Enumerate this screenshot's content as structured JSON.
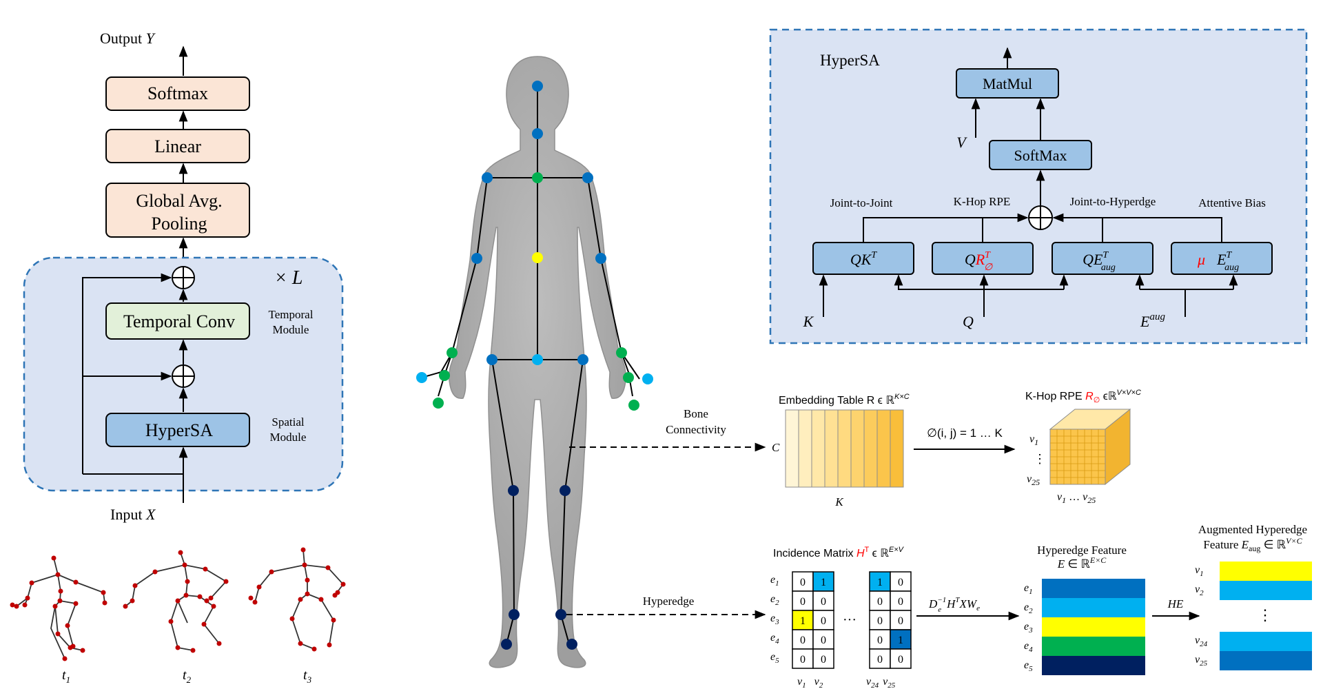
{
  "left_panel": {
    "output_label": "Output Y",
    "softmax": "Softmax",
    "linear": "Linear",
    "gap_line1": "Global Avg.",
    "gap_line2": "Pooling",
    "times_l": "× L",
    "temporal_conv": "Temporal Conv",
    "temporal_module_1": "Temporal",
    "temporal_module_2": "Module",
    "hypersa": "HyperSA",
    "spatial_module_1": "Spatial",
    "spatial_module_2": "Module",
    "input_label": "Input X",
    "t1": "t1",
    "t2": "t2",
    "t3": "t3"
  },
  "hypersa_panel": {
    "title": "HyperSA",
    "matmul": "MatMul",
    "softmax": "SoftMax",
    "v": "V",
    "joint_to_joint": "Joint-to-Joint",
    "khop_rpe": "K-Hop RPE",
    "joint_to_hyperedge": "Joint-to-Hyperdge",
    "attentive_bias": "Attentive Bias",
    "qkt": "QK^T",
    "qr": "QR_∅^T",
    "qe": "QE_aug^T",
    "mue": "μE_aug^T",
    "k": "K",
    "q": "Q",
    "e_aug": "E^aug"
  },
  "middle": {
    "bone_conn_1": "Bone",
    "bone_conn_2": "Connectivity",
    "hyperedge": "Hyperedge"
  },
  "embedding": {
    "title": "Embedding Table R ϵ ℝ^(K×C)",
    "c_label": "C",
    "k_label": "K",
    "phi_label": "∅(i, j) = 1 … K",
    "rpe_title": "K-Hop RPE R_∅ ϵℝ^(V×V×C)",
    "v1": "v1",
    "dots": "⋮",
    "v25": "v25",
    "bottom": "v1 … v25"
  },
  "incidence": {
    "title": "Incidence Matrix H^T ϵ ℝ^(E×V)",
    "rows": [
      "e1",
      "e2",
      "e3",
      "e4",
      "e5"
    ],
    "m1": [
      [
        "0",
        "1"
      ],
      [
        "0",
        "0"
      ],
      [
        "1",
        "0"
      ],
      [
        "0",
        "0"
      ],
      [
        "0",
        "0"
      ]
    ],
    "m2": [
      [
        "1",
        "0"
      ],
      [
        "0",
        "0"
      ],
      [
        "0",
        "0"
      ],
      [
        "0",
        "1"
      ],
      [
        "0",
        "0"
      ]
    ],
    "cols1": [
      "v1",
      "v2"
    ],
    "cols2": [
      "v24",
      "v25"
    ],
    "dots": "···",
    "formula": "De^-1 H^T X We",
    "he": "HE"
  },
  "hyperedge_feature": {
    "title1": "Hyperedge Feature",
    "title2": "E ∈ ℝ^(E×C)",
    "rows": [
      "e1",
      "e2",
      "e3",
      "e4",
      "e5"
    ]
  },
  "augmented": {
    "title1": "Augmented Hyperedge",
    "title2": "Feature E_aug ∈ ℝ^(V×C)",
    "rows": [
      "v1",
      "v2",
      "⋮",
      "v24",
      "v25"
    ]
  },
  "colors": {
    "peach": "#fbe5d6",
    "green": "#e2f0d9",
    "blue_box": "#9dc3e6",
    "panel_bg": "#dae3f3",
    "dashed": "#2e75b6",
    "yellow": "#ffff00",
    "cyan": "#00b0f0",
    "dark_blue": "#0070c0",
    "navy": "#002060",
    "joint_green": "#00b050",
    "red": "#ff0000"
  }
}
